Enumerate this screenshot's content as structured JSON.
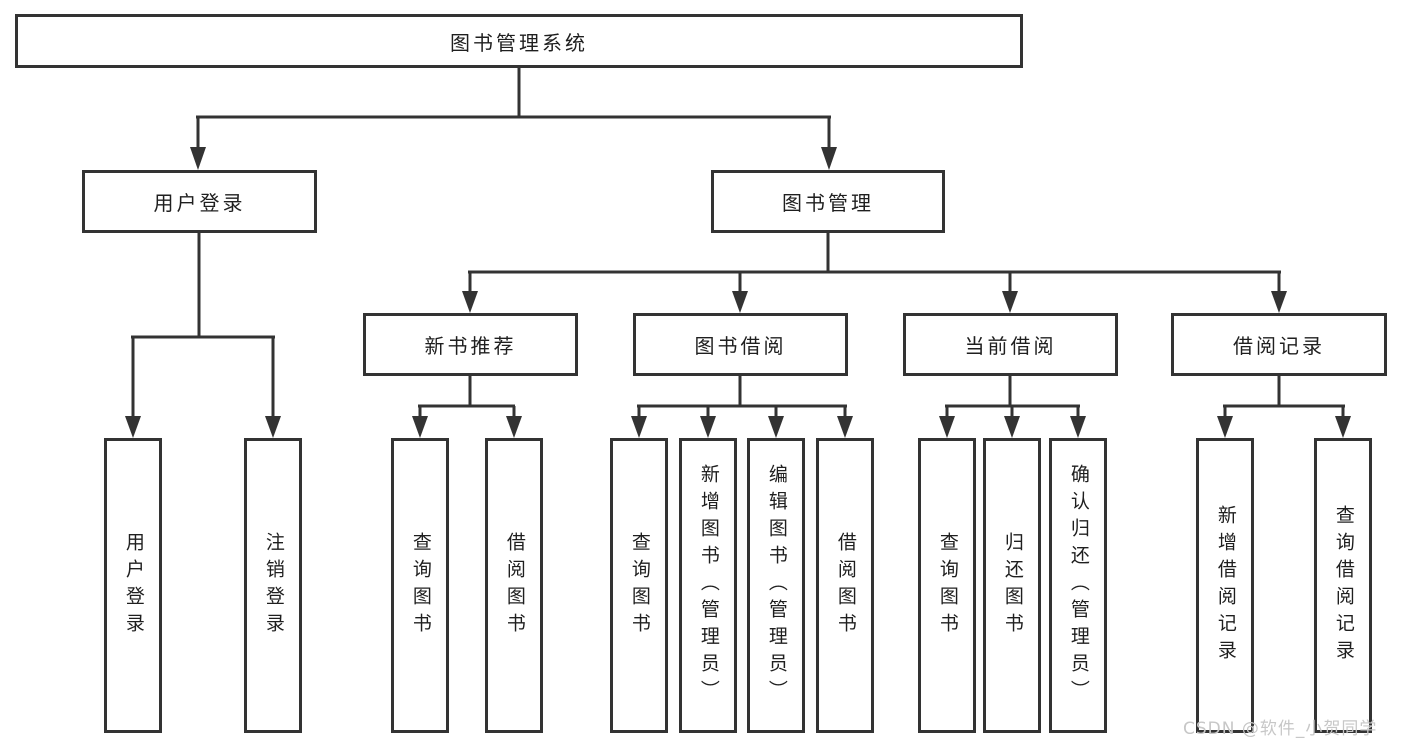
{
  "diagram": {
    "root": {
      "label": "图书管理系统"
    },
    "branches": [
      {
        "label": "用户登录",
        "children": [
          {
            "label": "用户登录"
          },
          {
            "label": "注销登录"
          }
        ]
      },
      {
        "label": "图书管理",
        "children": [
          {
            "label": "新书推荐",
            "children": [
              {
                "label": "查询图书"
              },
              {
                "label": "借阅图书"
              }
            ]
          },
          {
            "label": "图书借阅",
            "children": [
              {
                "label": "查询图书"
              },
              {
                "label": "新增图书（管理员）"
              },
              {
                "label": "编辑图书（管理员）"
              },
              {
                "label": "借阅图书"
              }
            ]
          },
          {
            "label": "当前借阅",
            "children": [
              {
                "label": "查询图书"
              },
              {
                "label": "归还图书"
              },
              {
                "label": "确认归还（管理员）"
              }
            ]
          },
          {
            "label": "借阅记录",
            "children": [
              {
                "label": "新增借阅记录"
              },
              {
                "label": "查询借阅记录"
              }
            ]
          }
        ]
      }
    ],
    "watermark": "CSDN @软件_小贺同学",
    "colors": {
      "line": "#333333",
      "text": "#1f1f1f",
      "box_fill": "#ffffff",
      "watermark": "#c7c7c7"
    }
  }
}
